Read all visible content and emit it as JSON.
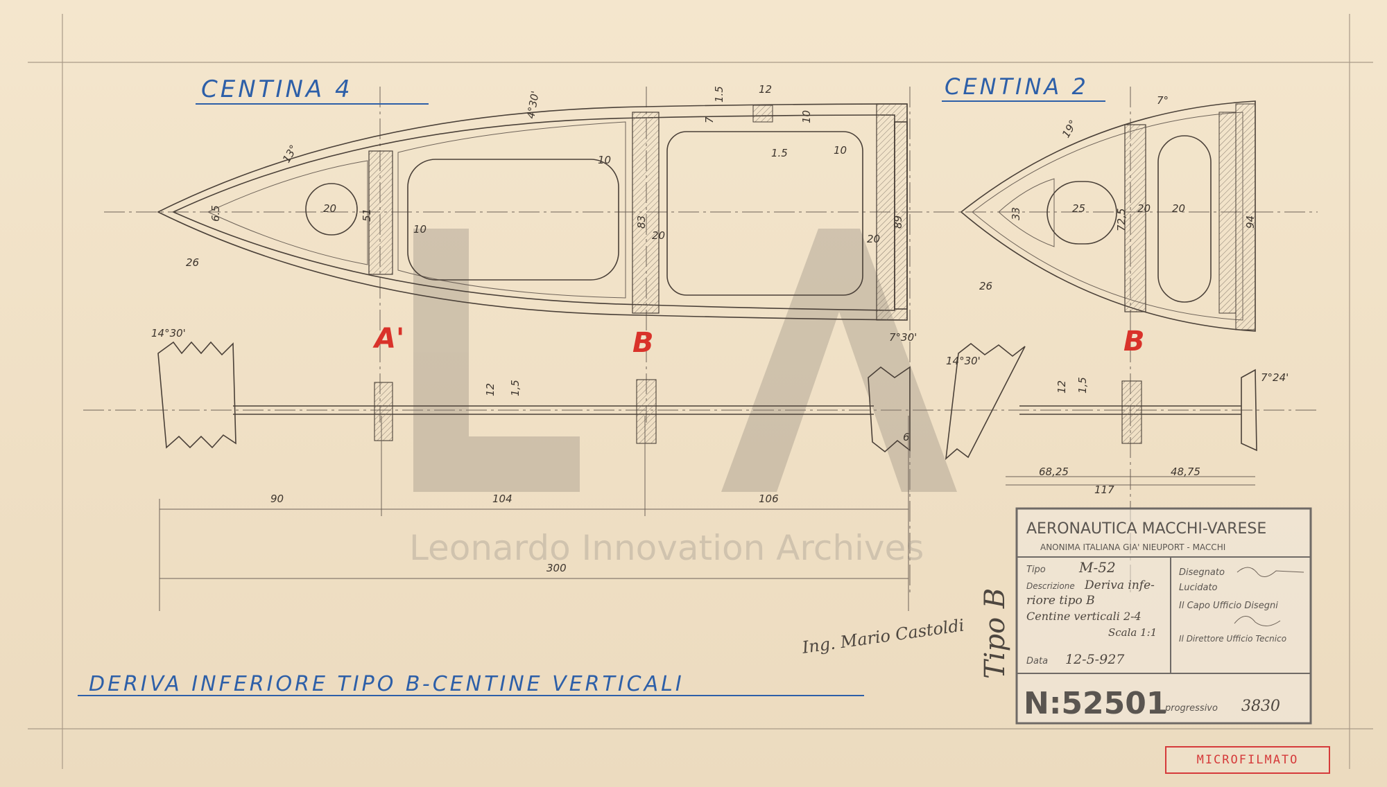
{
  "titles": {
    "centina4": "CENTINA 4",
    "centina2": "CENTINA 2",
    "main_title": "DERIVA INFERIORE TIPO B-CENTINE VERTICALI",
    "section_a": "A'",
    "section_b": "B",
    "section_b2": "B",
    "tipo_side": "Tipo B",
    "signature": "Ing. Mario Castoldi"
  },
  "dims4": {
    "d26": "26",
    "d20": "20",
    "d51": "51",
    "d65": "6.5",
    "d13": "13°",
    "d4_30": "4°30'",
    "d10a": "10",
    "d10b": "10",
    "d10c": "10",
    "d83": "83",
    "d20b": "20",
    "d1_5a": "1.5",
    "d12": "12",
    "d7": "7",
    "d10d": "10",
    "d1_5b": "1.5",
    "d89": "89",
    "d20c": "20",
    "ang14_30": "14°30'",
    "ang7_30": "7°30'",
    "s12": "12",
    "s1_5": "1,5",
    "s6": "6",
    "d90": "90",
    "d104": "104",
    "d106": "106",
    "d300": "300"
  },
  "dims2": {
    "d26": "26",
    "d33": "33",
    "d25": "25",
    "d72_5": "72,5",
    "d20a": "20",
    "d20b": "20",
    "d94": "94",
    "d19": "19°",
    "d7": "7°",
    "ang14_30": "14°30'",
    "ang7_24": "7°24'",
    "s12": "12",
    "s1_5": "1,5",
    "d68_25": "68,25",
    "d48_75": "48,75",
    "d117": "117"
  },
  "watermark": {
    "text": "Leonardo Innovation Archives"
  },
  "stamp": {
    "company": "AERONAUTICA MACCHI-VARESE",
    "subtitle": "ANONIMA ITALIANA GIA' NIEUPORT - MACCHI",
    "tipo_label": "Tipo",
    "tipo_value": "M-52",
    "descr_label": "Descrizione",
    "descr_value1": "Deriva infe-",
    "descr_value2": "riore tipo B",
    "descr_value3": "Centine verticali 2-4",
    "descr_value4": "Scala 1:1",
    "data_label": "Data",
    "data_value": "12-5-927",
    "disegnato": "Disegnato",
    "lucidato": "Lucidato",
    "capo": "Il Capo Ufficio Disegni",
    "direttore": "Il Direttore Ufficio Tecnico",
    "number": "N:52501",
    "progressivo_label": "progressivo",
    "progressivo_value": "3830"
  },
  "microfilm": "MICROFILMATO"
}
